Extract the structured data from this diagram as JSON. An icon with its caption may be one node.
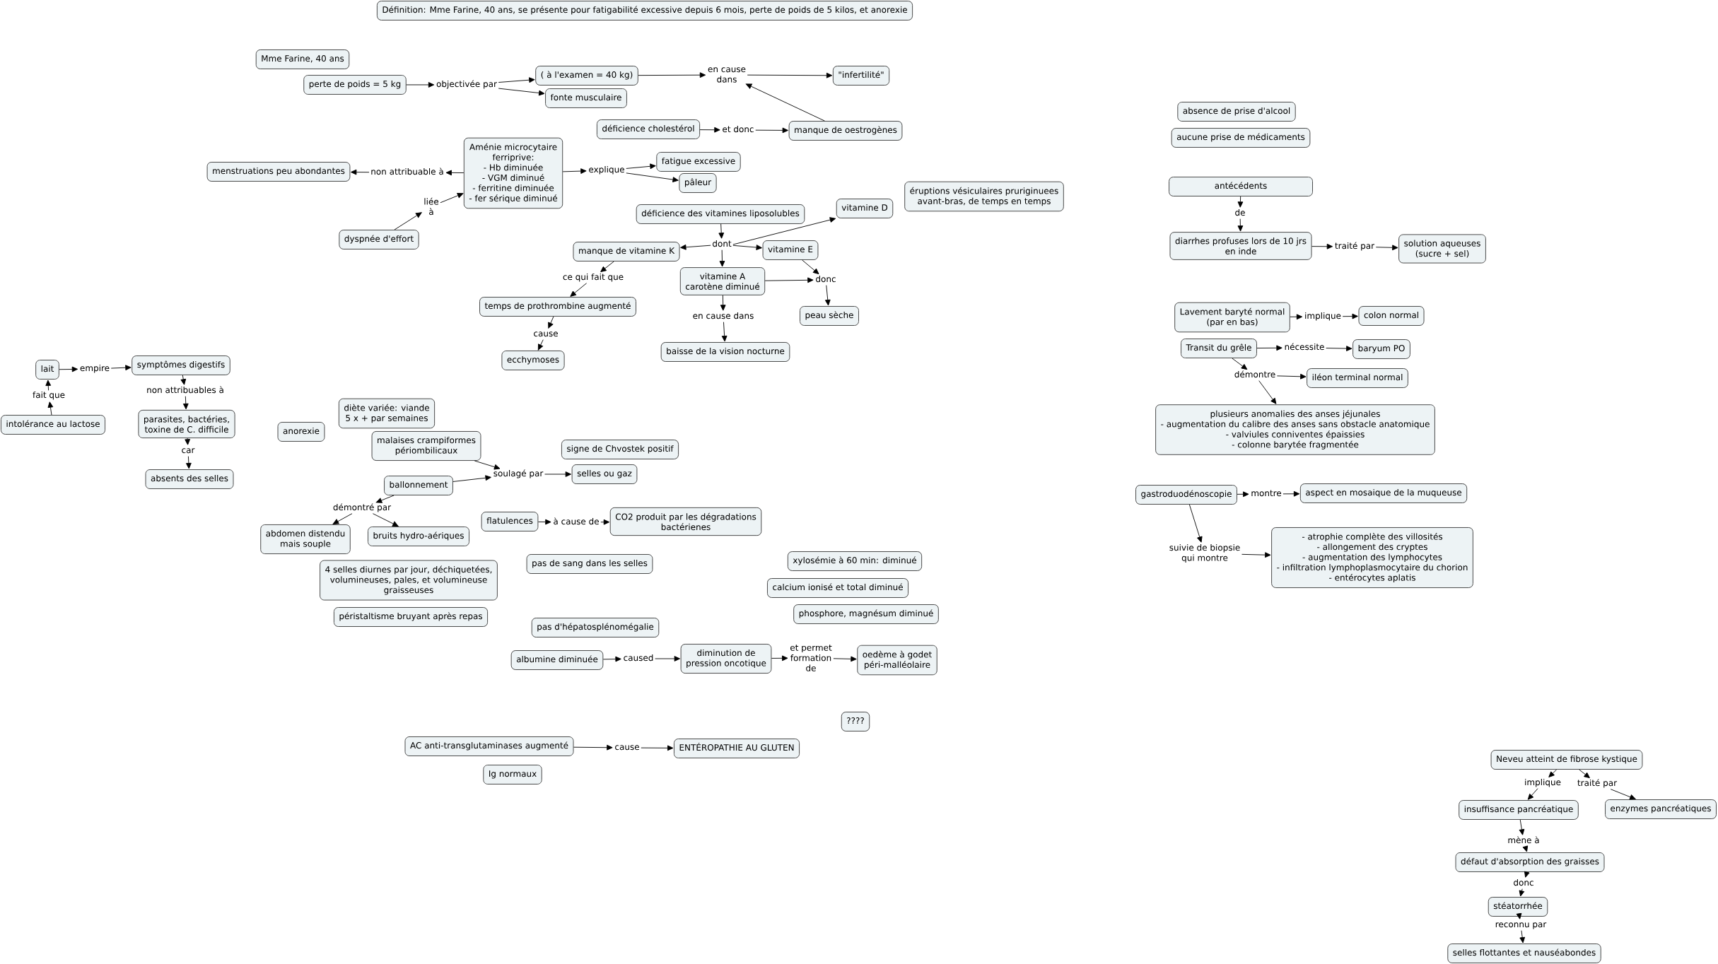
{
  "diagram": {
    "nodes": [
      {
        "text": [
          "Définition: Mme Farine, 40 ans, se présente pour fatigabilité excessive depuis 6 mois, perte de poids de 5 kilos, et anorexie"
        ]
      },
      {
        "text": [
          "Mme Farine, 40 ans"
        ]
      },
      {
        "text": [
          "perte de poids = 5 kg"
        ]
      },
      {
        "text": [
          "objectivée par"
        ]
      },
      {
        "text": [
          "( à l'examen = 40 kg)"
        ]
      },
      {
        "text": [
          "fonte musculaire"
        ]
      },
      {
        "text": [
          "en cause dans"
        ]
      },
      {
        "text": [
          "\"infertilité\""
        ]
      },
      {
        "text": [
          "absence de prise d'alcool"
        ]
      },
      {
        "text": [
          "déficience cholestérol"
        ]
      },
      {
        "text": [
          "et donc"
        ]
      },
      {
        "text": [
          "manque de oestrogènes"
        ]
      },
      {
        "text": [
          "aucune prise de médicaments"
        ]
      },
      {
        "text": [
          "menstruations peu abondantes"
        ]
      },
      {
        "text": [
          "non attribuable à"
        ]
      },
      {
        "text": [
          "Aménie microcytaire ferriprive:",
          "- Hb diminuée",
          "- VGM diminué",
          "- ferritine diminuée",
          "- fer sérique diminué"
        ]
      },
      {
        "text": [
          "explique"
        ]
      },
      {
        "text": [
          "fatigue excessive"
        ]
      },
      {
        "text": [
          "pâleur"
        ]
      },
      {
        "text": [
          "antécédents"
        ]
      },
      {
        "text": [
          "éruptions vésiculaires pruriginuees avant-bras, de temps en temps"
        ]
      },
      {
        "text": [
          "liée à"
        ]
      },
      {
        "text": [
          "vitamine D"
        ]
      },
      {
        "text": [
          "déficience des vitamines liposolubles"
        ]
      },
      {
        "text": [
          "de"
        ]
      },
      {
        "text": [
          "dyspnée d'effort"
        ]
      },
      {
        "text": [
          "diarrhes profuses lors de 10 jrs en inde"
        ]
      },
      {
        "text": [
          "traité par"
        ]
      },
      {
        "text": [
          "solution aqueuses (sucre + sel)"
        ]
      },
      {
        "text": [
          "dont"
        ]
      },
      {
        "text": [
          "manque de vitamine K"
        ]
      },
      {
        "text": [
          "vitamine E"
        ]
      },
      {
        "text": [
          "ce qui fait que"
        ]
      },
      {
        "text": [
          "vitamine A carotène diminué"
        ]
      },
      {
        "text": [
          "donc"
        ]
      },
      {
        "text": [
          "temps de prothrombine augmenté"
        ]
      },
      {
        "text": [
          "peau sèche"
        ]
      },
      {
        "text": [
          "en cause dans"
        ]
      },
      {
        "text": [
          "Lavement baryté normal (par en bas)"
        ]
      },
      {
        "text": [
          "implique"
        ]
      },
      {
        "text": [
          "colon normal"
        ]
      },
      {
        "text": [
          "cause"
        ]
      },
      {
        "text": [
          "Transit du grêle"
        ]
      },
      {
        "text": [
          "nécessite"
        ]
      },
      {
        "text": [
          "baryum PO"
        ]
      },
      {
        "text": [
          "baisse de la vision nocturne"
        ]
      },
      {
        "text": [
          "ecchymoses"
        ]
      },
      {
        "text": [
          "démontre"
        ]
      },
      {
        "text": [
          "iléon terminal normal"
        ]
      },
      {
        "text": [
          "lait"
        ]
      },
      {
        "text": [
          "empire"
        ]
      },
      {
        "text": [
          "symptômes digestifs"
        ]
      },
      {
        "text": [
          "non attribuables à"
        ]
      },
      {
        "text": [
          "fait que"
        ]
      },
      {
        "text": [
          "diète variée: viande 5 x + par semaines"
        ]
      },
      {
        "text": [
          "plusieurs anomalies des anses jéjunales",
          "- augmentation du calibre des anses sans obstacle anatomique",
          "- valviules conniventes épaissies",
          "- colonne barytée fragmentée"
        ]
      },
      {
        "text": [
          "intolérance au lactose"
        ]
      },
      {
        "text": [
          "parasites, bactéries, toxine de C. difficile"
        ]
      },
      {
        "text": [
          "anorexie"
        ]
      },
      {
        "text": [
          "malaises crampiformes périombilicaux"
        ]
      },
      {
        "text": [
          "signe de Chvostek positif"
        ]
      },
      {
        "text": [
          "car"
        ]
      },
      {
        "text": [
          "soulagé par"
        ]
      },
      {
        "text": [
          "selles ou gaz"
        ]
      },
      {
        "text": [
          "absents des selles"
        ]
      },
      {
        "text": [
          "ballonnement"
        ]
      },
      {
        "text": [
          "gastroduodénoscopie"
        ]
      },
      {
        "text": [
          "montre"
        ]
      },
      {
        "text": [
          "aspect en mosaique de la muqueuse"
        ]
      },
      {
        "text": [
          "démontré par"
        ]
      },
      {
        "text": [
          "flatulences"
        ]
      },
      {
        "text": [
          "à cause de"
        ]
      },
      {
        "text": [
          "CO2 produit par les dégradations bactérienes"
        ]
      },
      {
        "text": [
          "abdomen distendu mais souple"
        ]
      },
      {
        "text": [
          "bruits hydro-aériques"
        ]
      },
      {
        "text": [
          "suivie de biopsie qui montre"
        ]
      },
      {
        "text": [
          "- atrophie complète des villosités",
          "- allongement des cryptes",
          "- augmentation des lymphocytes",
          "- infiltration lymphoplasmocytaire du chorion",
          "- entérocytes aplatis"
        ]
      },
      {
        "text": [
          "xylosémie à 60 min: diminué"
        ]
      },
      {
        "text": [
          "pas de sang dans les selles"
        ]
      },
      {
        "text": [
          "4 selles diurnes par jour, déchiquetées, volumineuses, pales, et volumineuse graisseuses"
        ]
      },
      {
        "text": [
          "calcium ionisé et total diminué"
        ]
      },
      {
        "text": [
          "phosphore, magnésum diminué"
        ]
      },
      {
        "text": [
          "péristaltisme bruyant après repas"
        ]
      },
      {
        "text": [
          "pas d'hépatosplénomégalie"
        ]
      },
      {
        "text": [
          "albumine diminuée"
        ]
      },
      {
        "text": [
          "caused"
        ]
      },
      {
        "text": [
          "diminution de pression oncotique"
        ]
      },
      {
        "text": [
          "et permet formation de"
        ]
      },
      {
        "text": [
          "oedème à godet péri-malléolaire"
        ]
      },
      {
        "text": [
          "????"
        ]
      },
      {
        "text": [
          "AC anti-transglutaminases augmenté"
        ]
      },
      {
        "text": [
          "cause"
        ]
      },
      {
        "text": [
          "ENTÉROPATHIE AU GLUTEN"
        ]
      },
      {
        "text": [
          "Neveu atteint de fibrose kystique"
        ]
      },
      {
        "text": [
          "Ig normaux"
        ]
      },
      {
        "text": [
          "implique"
        ]
      },
      {
        "text": [
          "traité par"
        ]
      },
      {
        "text": [
          "insuffisance pancréatique"
        ]
      },
      {
        "text": [
          "enzymes pancréatiques"
        ]
      },
      {
        "text": [
          "mène à"
        ]
      },
      {
        "text": [
          "défaut d'absorption des graisses"
        ]
      },
      {
        "text": [
          "donc"
        ]
      },
      {
        "text": [
          "stéatorrhée"
        ]
      },
      {
        "text": [
          "reconnu par"
        ]
      },
      {
        "text": [
          "selles flottantes et nauséabondes"
        ]
      }
    ],
    "edges": [
      {
        "from": 2,
        "to": 3,
        "arrow": "to"
      },
      {
        "from": 3,
        "to": 4,
        "arrow": "to"
      },
      {
        "from": 3,
        "to": 5,
        "arrow": "to"
      },
      {
        "from": 4,
        "to": 6,
        "arrow": "to"
      },
      {
        "from": 6,
        "to": 7,
        "arrow": "to"
      },
      {
        "from": 11,
        "to": 6,
        "arrow": "to"
      },
      {
        "from": 9,
        "to": 10,
        "arrow": "to"
      },
      {
        "from": 10,
        "to": 11,
        "arrow": "to"
      },
      {
        "from": 15,
        "to": 14,
        "arrow": "to"
      },
      {
        "from": 14,
        "to": 13,
        "arrow": "to"
      },
      {
        "from": 25,
        "to": 21,
        "arrow": "to"
      },
      {
        "from": 21,
        "to": 15,
        "arrow": "to"
      },
      {
        "from": 15,
        "to": 16,
        "arrow": "to"
      },
      {
        "from": 16,
        "to": 17,
        "arrow": "to"
      },
      {
        "from": 16,
        "to": 18,
        "arrow": "to"
      },
      {
        "from": 23,
        "to": 29,
        "arrow": "to"
      },
      {
        "from": 29,
        "to": 30,
        "arrow": "to"
      },
      {
        "from": 29,
        "to": 22,
        "arrow": "to"
      },
      {
        "from": 29,
        "to": 31,
        "arrow": "to"
      },
      {
        "from": 29,
        "to": 33,
        "arrow": "to"
      },
      {
        "from": 30,
        "to": 32,
        "arrow": "to"
      },
      {
        "from": 32,
        "to": 35,
        "arrow": "to"
      },
      {
        "from": 35,
        "to": 41,
        "arrow": "to"
      },
      {
        "from": 41,
        "to": 46,
        "arrow": "to"
      },
      {
        "from": 31,
        "to": 34,
        "arrow": "to"
      },
      {
        "from": 33,
        "to": 34,
        "arrow": "to"
      },
      {
        "from": 34,
        "to": 36,
        "arrow": "to"
      },
      {
        "from": 33,
        "to": 37,
        "arrow": "to"
      },
      {
        "from": 37,
        "to": 45,
        "arrow": "to"
      },
      {
        "from": 19,
        "to": 24,
        "arrow": "to"
      },
      {
        "from": 24,
        "to": 26,
        "arrow": "to"
      },
      {
        "from": 26,
        "to": 27,
        "arrow": "to"
      },
      {
        "from": 27,
        "to": 28,
        "arrow": "to"
      },
      {
        "from": 38,
        "to": 39,
        "arrow": "to"
      },
      {
        "from": 39,
        "to": 40,
        "arrow": "to"
      },
      {
        "from": 42,
        "to": 43,
        "arrow": "to"
      },
      {
        "from": 43,
        "to": 44,
        "arrow": "to"
      },
      {
        "from": 42,
        "to": 47,
        "arrow": "to"
      },
      {
        "from": 47,
        "to": 48,
        "arrow": "to"
      },
      {
        "from": 47,
        "to": 55,
        "arrow": "to"
      },
      {
        "from": 49,
        "to": 50,
        "arrow": "to"
      },
      {
        "from": 50,
        "to": 51,
        "arrow": "to"
      },
      {
        "from": 56,
        "to": 53,
        "arrow": "to"
      },
      {
        "from": 53,
        "to": 49,
        "arrow": "to"
      },
      {
        "from": 51,
        "to": 52,
        "arrow": "to"
      },
      {
        "from": 52,
        "to": 57,
        "arrow": "to"
      },
      {
        "from": 57,
        "to": 61,
        "arrow": "to"
      },
      {
        "from": 61,
        "to": 64,
        "arrow": "to"
      },
      {
        "from": 59,
        "to": 62,
        "arrow": "to"
      },
      {
        "from": 65,
        "to": 62,
        "arrow": "to"
      },
      {
        "from": 62,
        "to": 63,
        "arrow": "to"
      },
      {
        "from": 65,
        "to": 69,
        "arrow": "to"
      },
      {
        "from": 69,
        "to": 73,
        "arrow": "to"
      },
      {
        "from": 69,
        "to": 74,
        "arrow": "to"
      },
      {
        "from": 70,
        "to": 71,
        "arrow": "to"
      },
      {
        "from": 71,
        "to": 72,
        "arrow": "to"
      },
      {
        "from": 66,
        "to": 67,
        "arrow": "to"
      },
      {
        "from": 67,
        "to": 68,
        "arrow": "to"
      },
      {
        "from": 66,
        "to": 75,
        "arrow": "to"
      },
      {
        "from": 75,
        "to": 76,
        "arrow": "to"
      },
      {
        "from": 84,
        "to": 85,
        "arrow": "to"
      },
      {
        "from": 85,
        "to": 86,
        "arrow": "to"
      },
      {
        "from": 86,
        "to": 87,
        "arrow": "to"
      },
      {
        "from": 87,
        "to": 88,
        "arrow": "to"
      },
      {
        "from": 90,
        "to": 91,
        "arrow": "to"
      },
      {
        "from": 91,
        "to": 92,
        "arrow": "to"
      },
      {
        "from": 93,
        "to": 95,
        "arrow": "to"
      },
      {
        "from": 95,
        "to": 97,
        "arrow": "to"
      },
      {
        "from": 93,
        "to": 96,
        "arrow": "to"
      },
      {
        "from": 96,
        "to": 98,
        "arrow": "to"
      },
      {
        "from": 97,
        "to": 99,
        "arrow": "to"
      },
      {
        "from": 99,
        "to": 100,
        "arrow": "to"
      },
      {
        "from": 100,
        "to": 101,
        "arrow": "to"
      },
      {
        "from": 101,
        "to": 102,
        "arrow": "to"
      },
      {
        "from": 102,
        "to": 103,
        "arrow": "to"
      },
      {
        "from": 103,
        "to": 104,
        "arrow": "to"
      }
    ]
  }
}
